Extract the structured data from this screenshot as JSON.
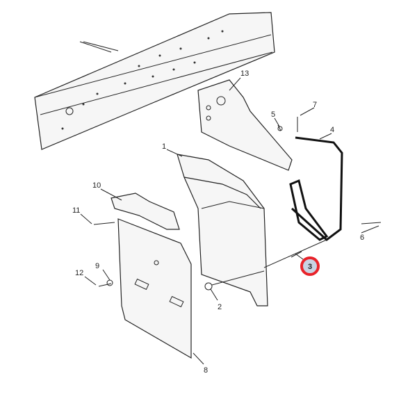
{
  "diagram": {
    "callouts": [
      "1",
      "2",
      "3",
      "4",
      "5",
      "6",
      "7",
      "8",
      "9",
      "10",
      "11",
      "12",
      "13"
    ],
    "highlighted": "3",
    "highlight_color": "#e8232a",
    "highlight_fill": "#c9d3e3"
  }
}
